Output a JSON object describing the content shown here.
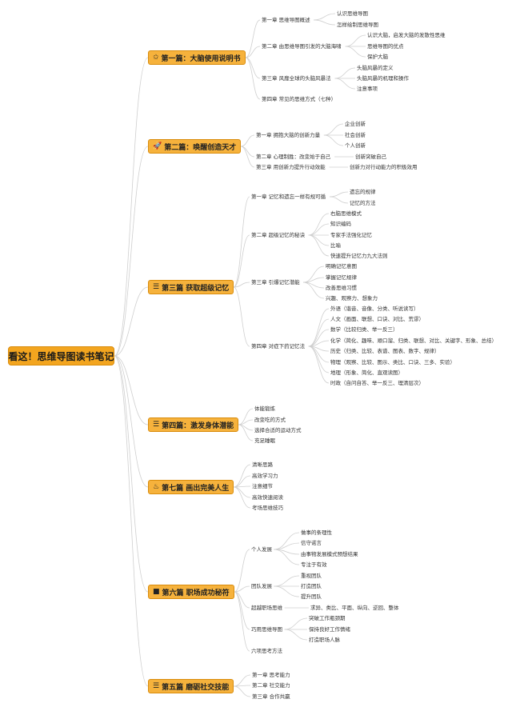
{
  "root": "看这！思维导图读书笔记",
  "colors": {
    "accent": "#f6b23c",
    "line": "#cfcfcf"
  },
  "branches": [
    {
      "label": "第一篇：大脑使用说明书",
      "icon": "star-icon",
      "glyph": "✩",
      "children": [
        {
          "label": "第一章 思维导图概述",
          "children": [
            "认识思维导图",
            "怎样绘制思维导图"
          ]
        },
        {
          "label": "第二章 由思维导图引发的大脑海啸",
          "children": [
            "认识大脑，启发大脑的发散性思维",
            "思维导图的优点",
            "保护大脑"
          ]
        },
        {
          "label": "第三章 风靡全球的头脑风暴法",
          "children": [
            "头脑风暴的定义",
            "头脑风暴的机理和操作",
            "注意事项"
          ]
        },
        {
          "label": "第四章 常见的思维方式（七种）",
          "children": []
        }
      ]
    },
    {
      "label": "第二篇：唤醒创造天才",
      "icon": "rocket-icon",
      "glyph": "🚀",
      "children": [
        {
          "label": "第一章 拥抱大脑的创新力量",
          "children": [
            "企业创新",
            "社会创新",
            "个人创新"
          ]
        },
        {
          "label": "第二章 心理制胜：改变始于自己",
          "children": [
            "创新突破自己"
          ]
        },
        {
          "label": "第三章 用创新力提升行动效能",
          "children": [
            "创新力对行动能力的积极效用"
          ]
        }
      ]
    },
    {
      "label": "第三篇 获取超级记忆",
      "icon": "bars-icon",
      "glyph": "☰",
      "children": [
        {
          "label": "第一章 记忆和遗忘一样有规可循",
          "children": [
            "遗忘的规律",
            "记忆的方法"
          ]
        },
        {
          "label": "第二章 超级记忆的秘诀",
          "children": [
            "右脑思维模式",
            "知识编码",
            "专家手法强化记忆",
            "比喻",
            "快速提升记忆力九大法则"
          ]
        },
        {
          "label": "第三章 引爆记忆潜能",
          "children": [
            "明确记忆意图",
            "掌握记忆规律",
            "改善思维习惯",
            "兴趣、观察力、想象力"
          ]
        },
        {
          "label": "第四章 对症下药记忆法",
          "children": [
            "外语（谐音、音像、分类、听说读写）",
            "人文（画面、联想、口诀、对比、荒谬）",
            "数学（比较归类、举一反三）",
            "化学（简化、趣味、顺口溜、归类、联想、对比、关键字、形象、总结）",
            "历史（归类、比较、表谱、图表、数字、规律）",
            "物理（观察、比较、图示、类比、口诀、三多、实验）",
            "地理（形象、简化、直观读图）",
            "时政（自问自答、举一反三、理清层次）"
          ]
        }
      ]
    },
    {
      "label": "第四篇：激发身体潜能",
      "icon": "bars-icon",
      "glyph": "☰",
      "children": [
        {
          "label": "体能锻炼",
          "children": []
        },
        {
          "label": "改变吃的方式",
          "children": []
        },
        {
          "label": "选择合适的运动方式",
          "children": []
        },
        {
          "label": "充足睡眠",
          "children": []
        }
      ]
    },
    {
      "label": "第七篇 画出完美人生",
      "icon": "flame-icon",
      "glyph": "♨",
      "children": [
        {
          "label": "清晰思路",
          "children": []
        },
        {
          "label": "高效学习力",
          "children": []
        },
        {
          "label": "注意细节",
          "children": []
        },
        {
          "label": "高效快速阅读",
          "children": []
        },
        {
          "label": "考场思维技巧",
          "children": []
        }
      ]
    },
    {
      "label": "第六篇 职场成功秘符",
      "icon": "square-icon",
      "glyph": "■",
      "children": [
        {
          "label": "个人发展",
          "children": [
            "做事的条理性",
            "信守诺言",
            "由事物发展模式预想结果",
            "专注于有效"
          ]
        },
        {
          "label": "团队发展",
          "children": [
            "重视团队",
            "打造团队",
            "提升团队"
          ]
        },
        {
          "label": "超越职场思维",
          "children": [
            "求异、类比、平面、纵向、逆回、整体"
          ]
        },
        {
          "label": "巧用思维导图",
          "children": [
            "突破工作瓶颈期",
            "保持良好工作情绪",
            "打造职场人脉"
          ]
        },
        {
          "label": "六项思考方法",
          "children": []
        }
      ]
    },
    {
      "label": "第五篇 磨砺社交技能",
      "icon": "bars-icon",
      "glyph": "☰",
      "children": [
        {
          "label": "第一章 思考能力",
          "children": []
        },
        {
          "label": "第二章 社交能力",
          "children": []
        },
        {
          "label": "第三章 合作共赢",
          "children": []
        }
      ]
    }
  ]
}
